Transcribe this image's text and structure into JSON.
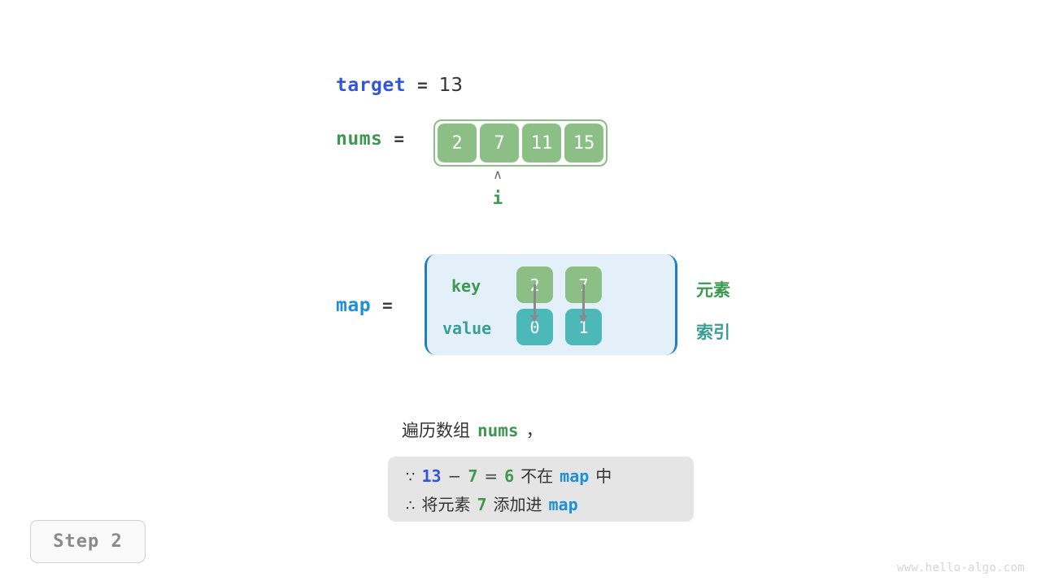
{
  "background_color": "#ffffff",
  "colors": {
    "array_green": "#8cbf86",
    "map_value_teal": "#4cb8b8",
    "var_target_blue": "#3355dd",
    "var_map_blue": "#1f8fd8",
    "var_nums_green": "#3d9950",
    "map_panel_bg": "#e3f0fa",
    "map_panel_border": "#1f7fc4",
    "note_box_bg": "#e5e5e5",
    "pointer_gray": "#6b6b6b"
  },
  "target": {
    "label": "target",
    "equals": "=",
    "value": "13"
  },
  "nums": {
    "label": "nums",
    "equals": "=",
    "cells": [
      "2",
      "7",
      "11",
      "15"
    ],
    "pointer": {
      "caret": "∧",
      "label": "i",
      "index": 1
    }
  },
  "map": {
    "label": "map",
    "equals": "=",
    "row_labels": {
      "key": "key",
      "value": "value"
    },
    "side_labels": {
      "key": "元素",
      "value": "索引"
    },
    "entries": [
      {
        "key": "2",
        "value": "0"
      },
      {
        "key": "7",
        "value": "1"
      }
    ]
  },
  "caption": {
    "prefix": "遍历数组",
    "keyword": "nums",
    "suffix": "，"
  },
  "note": {
    "line1": {
      "symbol": "∵",
      "a": "13",
      "op_minus": "−",
      "b": "7",
      "op_eq": "=",
      "result": "6",
      "text_mid": "不在",
      "map_word": "map",
      "text_end": "中"
    },
    "line2": {
      "symbol": "∴",
      "text_start": "将元素",
      "element": "7",
      "text_mid": "添加进",
      "map_word": "map"
    }
  },
  "step_badge": {
    "label": "Step 2"
  },
  "watermark": {
    "text": "www.hello-algo.com"
  }
}
